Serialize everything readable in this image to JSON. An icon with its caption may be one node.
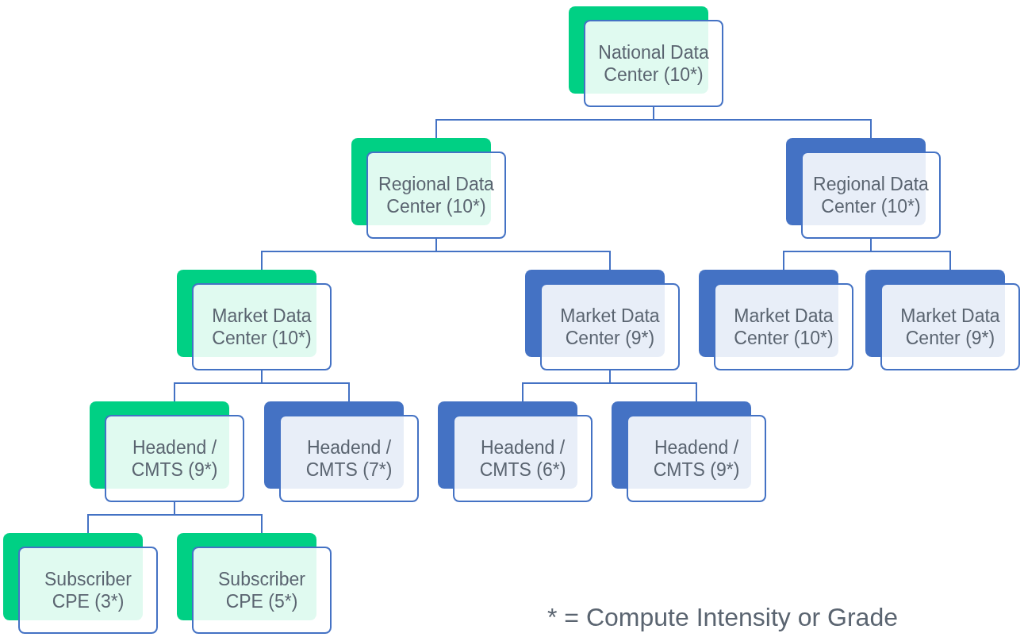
{
  "diagram": {
    "nodes": [
      {
        "text": [
          "National Data Center (10*)"
        ]
      },
      {
        "text": [
          "Regional Data Center (10*)"
        ]
      },
      {
        "text": [
          "Regional Data Center (10*)"
        ]
      },
      {
        "text": [
          "Market Data Center (10*)"
        ]
      },
      {
        "text": [
          "Market Data Center (9*)"
        ]
      },
      {
        "text": [
          "Market Data Center (10*)"
        ]
      },
      {
        "text": [
          "Market Data Center (9*)"
        ]
      },
      {
        "text": [
          "Headend / CMTS (9*)"
        ]
      },
      {
        "text": [
          "Headend / CMTS (7*)"
        ]
      },
      {
        "text": [
          "Headend / CMTS (6*)"
        ]
      },
      {
        "text": [
          "Headend / CMTS (9*)"
        ]
      },
      {
        "text": [
          "Subscriber CPE (3*)"
        ]
      },
      {
        "text": [
          "Subscriber CPE (5*)"
        ]
      }
    ],
    "edges": [
      {
        "from": 0,
        "to": 1,
        "arrow": "none"
      },
      {
        "from": 0,
        "to": 2,
        "arrow": "none"
      },
      {
        "from": 1,
        "to": 3,
        "arrow": "none"
      },
      {
        "from": 1,
        "to": 4,
        "arrow": "none"
      },
      {
        "from": 2,
        "to": 5,
        "arrow": "none"
      },
      {
        "from": 2,
        "to": 6,
        "arrow": "none"
      },
      {
        "from": 3,
        "to": 7,
        "arrow": "none"
      },
      {
        "from": 3,
        "to": 8,
        "arrow": "none"
      },
      {
        "from": 4,
        "to": 9,
        "arrow": "none"
      },
      {
        "from": 4,
        "to": 10,
        "arrow": "none"
      },
      {
        "from": 7,
        "to": 11,
        "arrow": "none"
      },
      {
        "from": 7,
        "to": 12,
        "arrow": "none"
      }
    ],
    "labels": [
      "* = Compute Intensity or Grade"
    ]
  }
}
